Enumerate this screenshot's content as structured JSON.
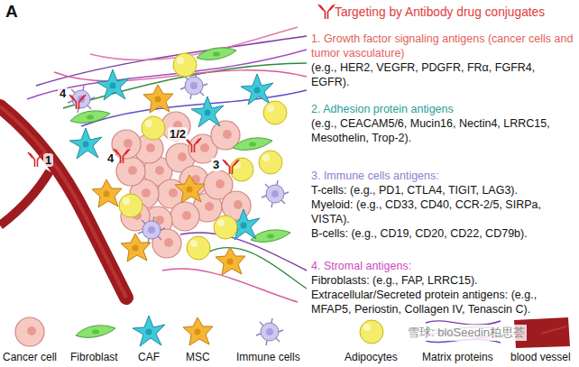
{
  "diagram": {
    "title": "Targeting by Antibody drug conjugates",
    "labels": [
      "A",
      "4",
      "1/2",
      "1",
      "4",
      "3",
      "1. Growth factor signaling antigens (cancer cells and tumor vasculature)",
      "(e.g., HER2, VEGFR, PDGFR, FRα, FGFR4, EGFR).",
      "2. Adhesion protein antigens",
      "(e.g., CEACAM5/6, Mucin16, Nectin4, LRRC15, Mesothelin, Trop-2).",
      "3. Immune cells antigens:",
      "T-cells: (e.g., PD1, CTLA4, TIGIT, LAG3).",
      "Myeloid: (e.g., CD33, CD40, CCR-2/5, SIRPa, VISTA).",
      "B-cells: (e.g., CD19, CD20, CD22, CD79b).",
      "4. Stromal antigens:",
      "Fibroblasts: (e.g., FAP, LRRC15).",
      "Extracellular/Secreted protein antigens: (e.g., MFAP5, Periostin, Collagen IV, Tenascin C).",
      "雪球: bioSeedin柏思荟"
    ],
    "legend": [
      {
        "text": "Cancer cell"
      },
      {
        "text": "Fibroblast"
      },
      {
        "text": "CAF"
      },
      {
        "text": "MSC"
      },
      {
        "text": "Immune cells"
      },
      {
        "text": "Adipocytes"
      },
      {
        "text": "Matrix proteins"
      },
      {
        "text": "blood vessel"
      }
    ]
  }
}
